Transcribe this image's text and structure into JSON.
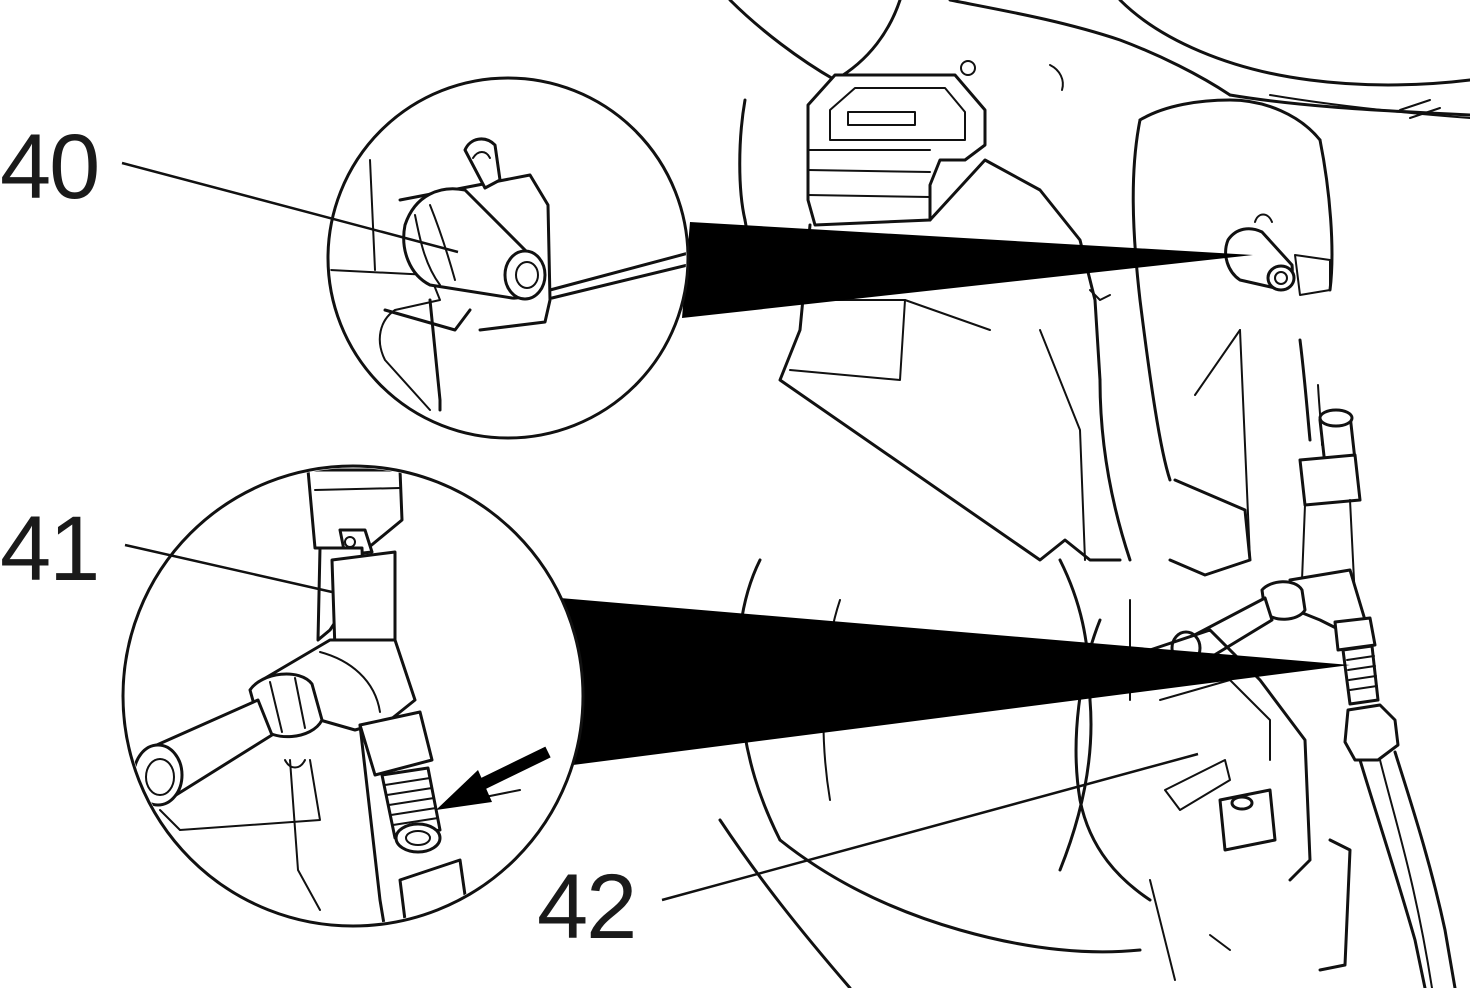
{
  "callouts": {
    "c40": "40",
    "c41": "41",
    "c42": "42"
  },
  "colors": {
    "line": "#111111",
    "fill": "#ffffff",
    "beam": "#000000"
  }
}
